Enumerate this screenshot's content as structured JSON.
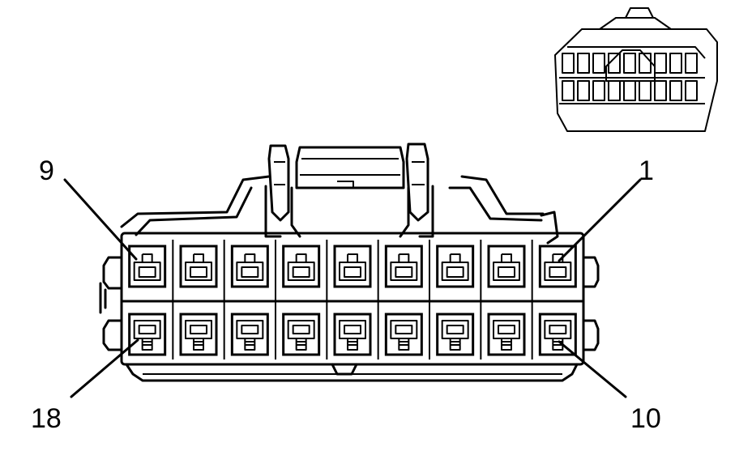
{
  "diagram": {
    "pin_labels": {
      "top_right": "1",
      "top_left": "9",
      "bottom_right": "10",
      "bottom_left": "18"
    },
    "rows": 2,
    "columns": 9,
    "line_color": "#000000",
    "background_color": "#ffffff"
  }
}
